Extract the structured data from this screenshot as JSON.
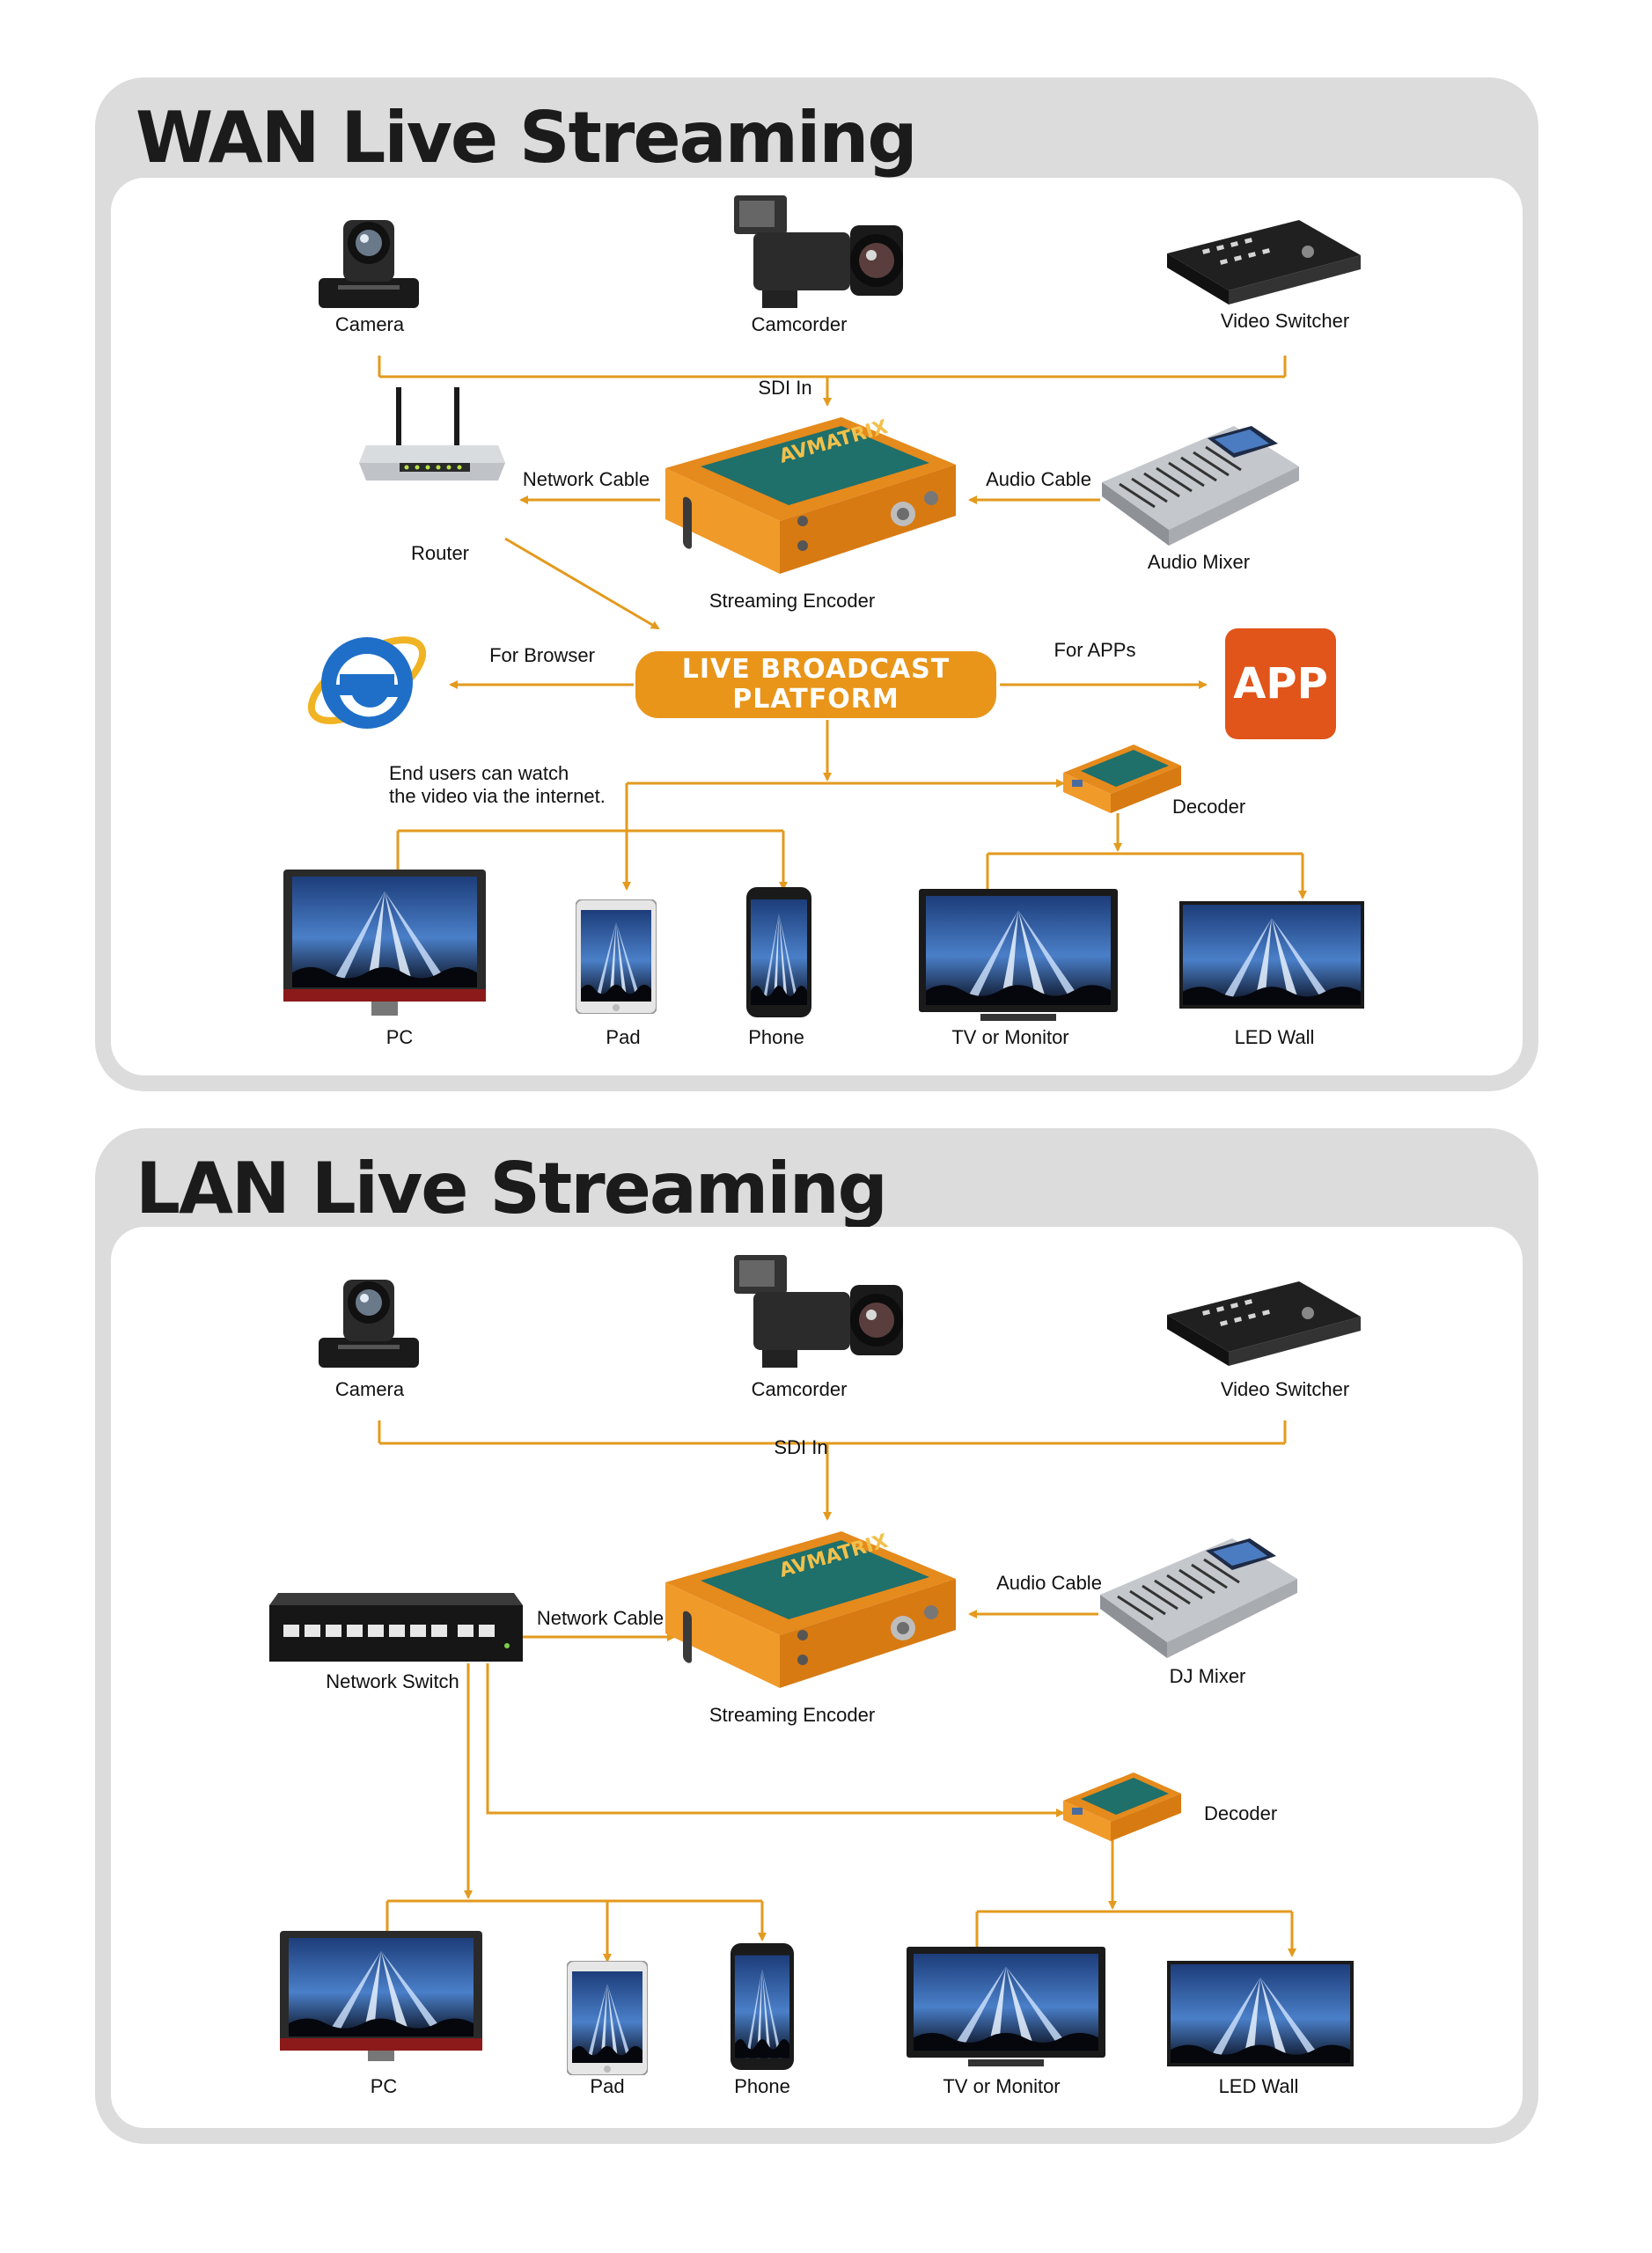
{
  "colors": {
    "wire": "#e39a1e",
    "platform": "#e8951a",
    "app": "#e1541a",
    "panel": "#dcdcdc"
  },
  "wan": {
    "title": "WAN Live Streaming",
    "labels": {
      "camera": "Camera",
      "camcorder": "Camcorder",
      "video_switcher": "Video Switcher",
      "sdi_in": "SDI In",
      "network_cable": "Network Cable",
      "audio_cable": "Audio Cable",
      "router": "Router",
      "audio_mixer": "Audio Mixer",
      "streaming_encoder": "Streaming Encoder",
      "for_browser": "For Browser",
      "for_apps": "For APPs",
      "end_users_line1": "End users can watch",
      "end_users_line2": "the video via the internet.",
      "decoder": "Decoder",
      "pc": "PC",
      "pad": "Pad",
      "phone": "Phone",
      "tv": "TV or Monitor",
      "led_wall": "LED Wall"
    },
    "platform_line1": "LIVE BROADCAST",
    "platform_line2": "PLATFORM",
    "app_text": "APP",
    "browser_icon": "internet-explorer-icon"
  },
  "lan": {
    "title": "LAN Live Streaming",
    "labels": {
      "camera": "Camera",
      "camcorder": "Camcorder",
      "video_switcher": "Video Switcher",
      "sdi_in": "SDI In",
      "network_cable": "Network Cable",
      "audio_cable": "Audio Cable",
      "network_switch": "Network Switch",
      "dj_mixer": "DJ Mixer",
      "streaming_encoder": "Streaming Encoder",
      "decoder": "Decoder",
      "pc": "PC",
      "pad": "Pad",
      "phone": "Phone",
      "tv": "TV or Monitor",
      "led_wall": "LED Wall"
    }
  }
}
